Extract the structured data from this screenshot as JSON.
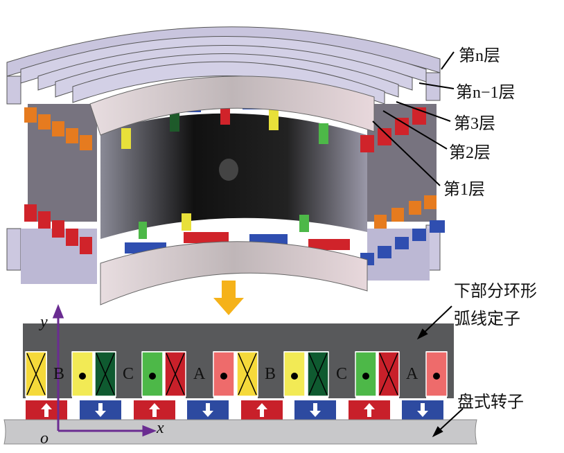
{
  "layers": {
    "n": "第n层",
    "n_minus_1": "第n−1层",
    "l3": "第3层",
    "l2": "第2层",
    "l1": "第1层"
  },
  "stator_label": [
    "下部分环形",
    "弧线定子"
  ],
  "rotor_label": "盘式转子",
  "axes": {
    "x": "x",
    "y": "y",
    "origin": "o"
  },
  "phases": [
    "B",
    "C",
    "A",
    "B",
    "C",
    "A"
  ],
  "colors": {
    "yellow": "#f5d93a",
    "light_yellow": "#f2ea55",
    "dark_green": "#0f5a30",
    "green": "#4db848",
    "red": "#c8202a",
    "pink": "#ee6b6b",
    "stator": "#58595b",
    "rotor": "#c8c8ca",
    "magnet_red": "#c8202a",
    "magnet_blue": "#2d4aa0",
    "axis": "#6a2c91",
    "arrow": "#f5b21a"
  },
  "coils": [
    {
      "color": "#f5d93a",
      "mark": "cross"
    },
    {
      "color": "#f2ea55",
      "mark": "dot"
    },
    {
      "color": "#0f5a30",
      "mark": "cross"
    },
    {
      "color": "#4db848",
      "mark": "dot"
    },
    {
      "color": "#c8202a",
      "mark": "cross"
    },
    {
      "color": "#ee6b6b",
      "mark": "dot"
    },
    {
      "color": "#f5d93a",
      "mark": "cross"
    },
    {
      "color": "#f2ea55",
      "mark": "dot"
    },
    {
      "color": "#0f5a30",
      "mark": "cross"
    },
    {
      "color": "#4db848",
      "mark": "dot"
    },
    {
      "color": "#c8202a",
      "mark": "cross"
    },
    {
      "color": "#ee6b6b",
      "mark": "dot"
    }
  ],
  "magnets": [
    "up",
    "down",
    "up",
    "down",
    "up",
    "down",
    "up",
    "down"
  ]
}
